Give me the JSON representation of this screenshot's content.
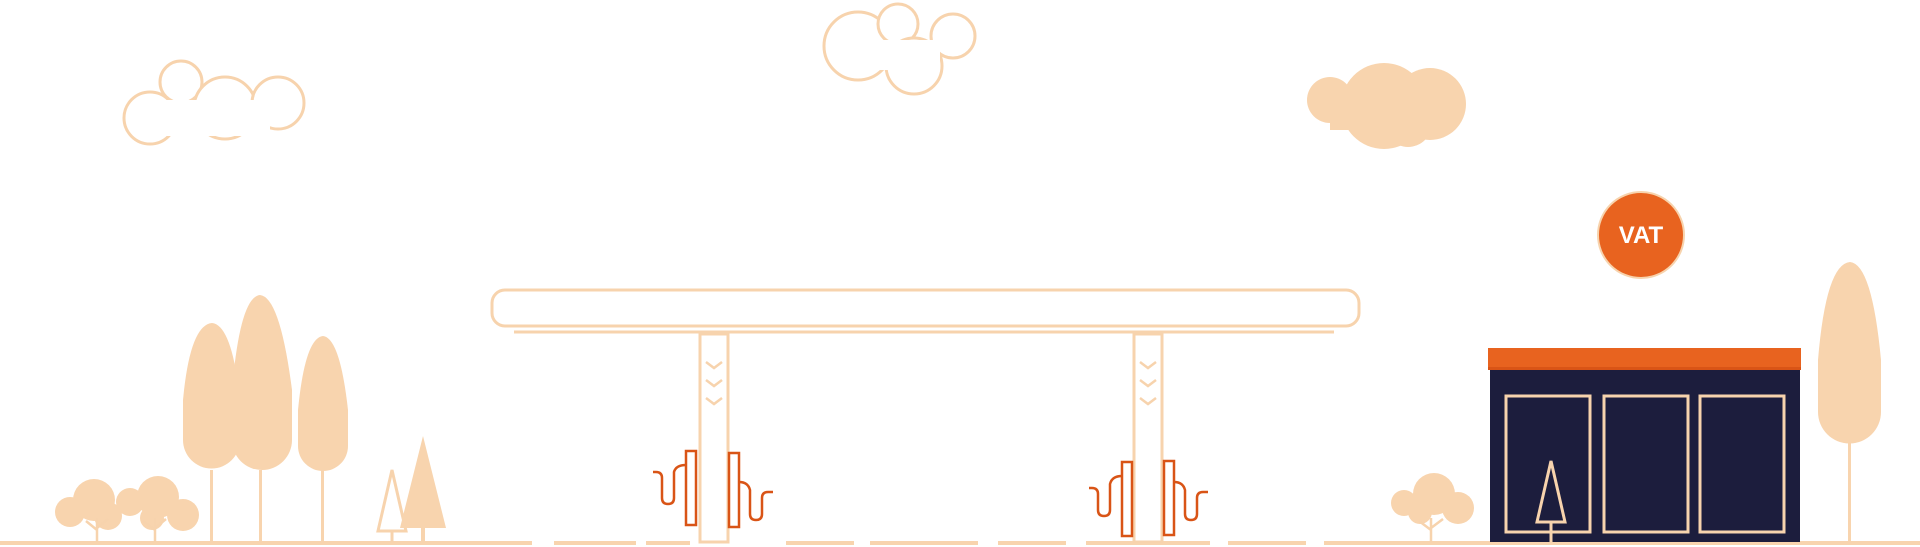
{
  "badge": {
    "label": "VAT"
  },
  "colors": {
    "peach": "#f8d4ae",
    "peach_line": "#f7d3ad",
    "orange": "#e8631f",
    "orange_dark": "#d95416",
    "navy": "#1c1d3d",
    "white": "#ffffff"
  },
  "icons": {
    "cloud": "cloud-icon",
    "tree": "tree-icon",
    "bush": "bush-icon",
    "pump": "fuel-pump-icon",
    "canopy": "gas-station-canopy",
    "shop": "shop-building"
  }
}
